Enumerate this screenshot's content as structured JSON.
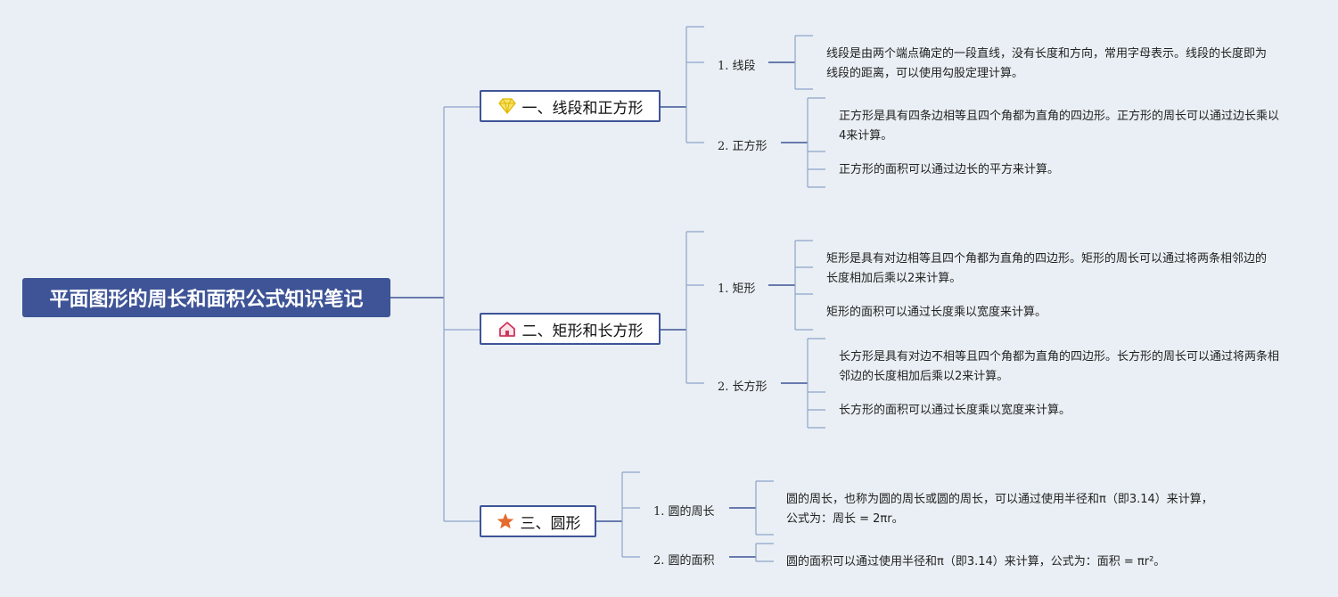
{
  "root": {
    "title": "平面图形的周长和面积公式知识笔记"
  },
  "colors": {
    "accent": "#3e5497",
    "line": "#8fa3c9",
    "diamond": "#f4d21a",
    "house": "#d0345a",
    "star": "#e46a2d"
  },
  "branches": [
    {
      "title": "一、线段和正方形",
      "icon": "diamond-icon",
      "subs": [
        {
          "title": "1. 线段",
          "leaves": [
            "线段是由两个端点确定的一段直线，没有长度和方向，常用字母表示。线段的长度即为线段的距离，可以使用勾股定理计算。"
          ]
        },
        {
          "title": "2. 正方形",
          "leaves": [
            "正方形是具有四条边相等且四个角都为直角的四边形。正方形的周长可以通过边长乘以4来计算。",
            "正方形的面积可以通过边长的平方来计算。"
          ]
        }
      ]
    },
    {
      "title": "二、矩形和长方形",
      "icon": "house-icon",
      "subs": [
        {
          "title": "1. 矩形",
          "leaves": [
            "矩形是具有对边相等且四个角都为直角的四边形。矩形的周长可以通过将两条相邻边的长度相加后乘以2来计算。",
            "矩形的面积可以通过长度乘以宽度来计算。"
          ]
        },
        {
          "title": "2. 长方形",
          "leaves": [
            "长方形是具有对边不相等且四个角都为直角的四边形。长方形的周长可以通过将两条相邻边的长度相加后乘以2来计算。",
            "长方形的面积可以通过长度乘以宽度来计算。"
          ]
        }
      ]
    },
    {
      "title": "三、圆形",
      "icon": "star-icon",
      "subs": [
        {
          "title": "1. 圆的周长",
          "leaves": [
            "圆的周长，也称为圆的周长或圆的周长，可以通过使用半径和π（即3.14）来计算，公式为：周长 = 2πr。"
          ]
        },
        {
          "title": "2. 圆的面积",
          "leaves": [
            "圆的面积可以通过使用半径和π（即3.14）来计算，公式为：面积 = πr²。"
          ]
        }
      ]
    }
  ]
}
